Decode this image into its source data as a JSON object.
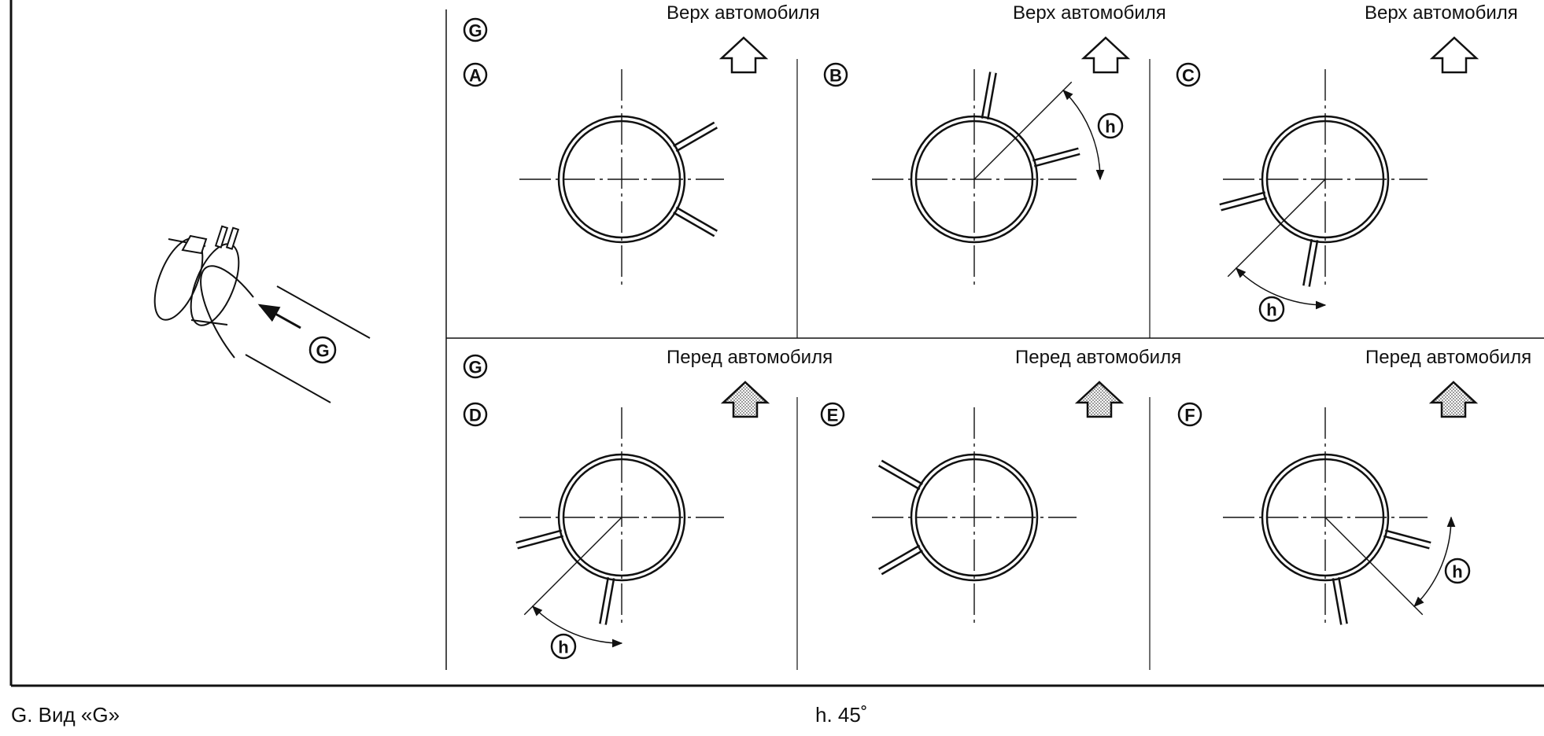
{
  "headers": {
    "top": "Верх автомобиля",
    "front": "Перед автомобиля"
  },
  "view_marker": "G",
  "angle_marker": "h",
  "panels": [
    {
      "id": "A",
      "row": "top"
    },
    {
      "id": "B",
      "row": "top"
    },
    {
      "id": "C",
      "row": "top"
    },
    {
      "id": "D",
      "row": "front"
    },
    {
      "id": "E",
      "row": "front"
    },
    {
      "id": "F",
      "row": "front"
    }
  ],
  "captions": {
    "left": "G. Вид «G»",
    "right": "h. 45˚"
  }
}
